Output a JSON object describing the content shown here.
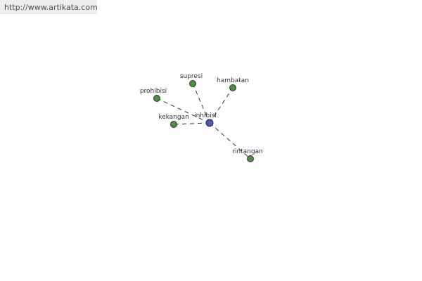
{
  "header": {
    "url": "http://www.artikata.com"
  },
  "graph": {
    "center": {
      "label": "inhibisi",
      "color": "#4e57b2"
    },
    "leaf_color": "#4f8a46",
    "nodes": [
      {
        "id": "supresi",
        "label": "supresi"
      },
      {
        "id": "hambatan",
        "label": "hambatan"
      },
      {
        "id": "prohibisi",
        "label": "prohibisi"
      },
      {
        "id": "kekangan",
        "label": "kekangan"
      },
      {
        "id": "rintangan",
        "label": "rintangan"
      }
    ],
    "edges": [
      {
        "from": "inhibisi",
        "to": "supresi"
      },
      {
        "from": "inhibisi",
        "to": "hambatan"
      },
      {
        "from": "inhibisi",
        "to": "prohibisi"
      },
      {
        "from": "inhibisi",
        "to": "kekangan"
      },
      {
        "from": "inhibisi",
        "to": "rintangan"
      }
    ]
  }
}
